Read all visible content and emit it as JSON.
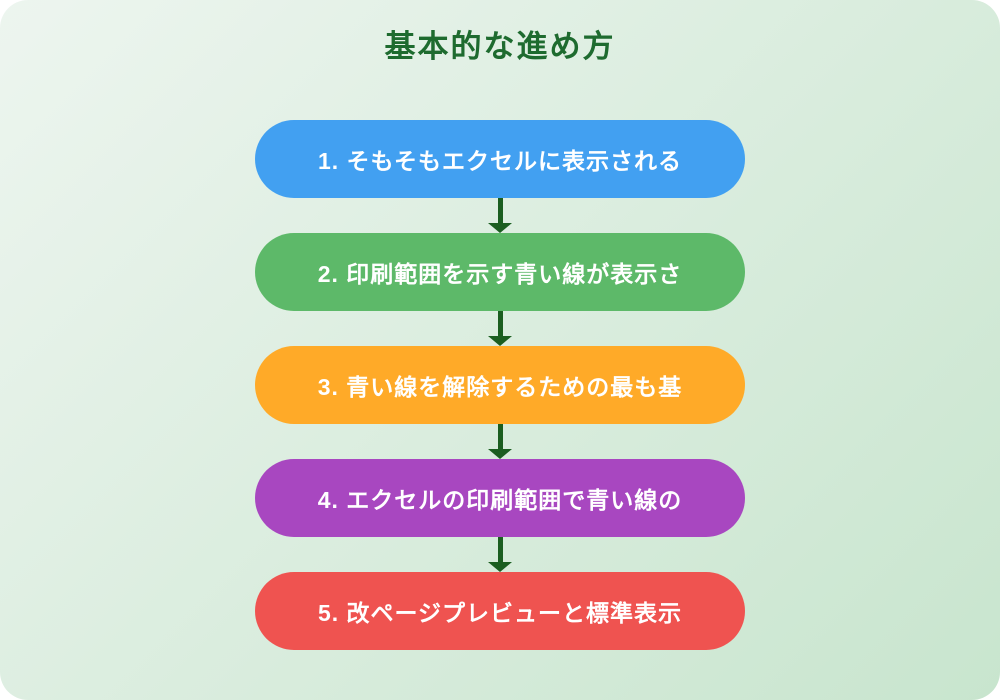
{
  "title": "基本的な進め方",
  "steps": [
    {
      "label": "1. そもそもエクセルに表示される",
      "color": "#42a0f1"
    },
    {
      "label": "2. 印刷範囲を示す青い線が表示さ",
      "color": "#5db969"
    },
    {
      "label": "3. 青い線を解除するための最も基",
      "color": "#ffaa28"
    },
    {
      "label": "4. エクセルの印刷範囲で青い線の",
      "color": "#a847c0"
    },
    {
      "label": "5. 改ページプレビューと標準表示",
      "color": "#ef5350"
    }
  ],
  "colors": {
    "bg_start": "#edf5ef",
    "bg_end": "#c8e5ce",
    "title_text": "#1e6b2f",
    "arrow": "#1b5e20",
    "step_text": "#ffffff"
  }
}
